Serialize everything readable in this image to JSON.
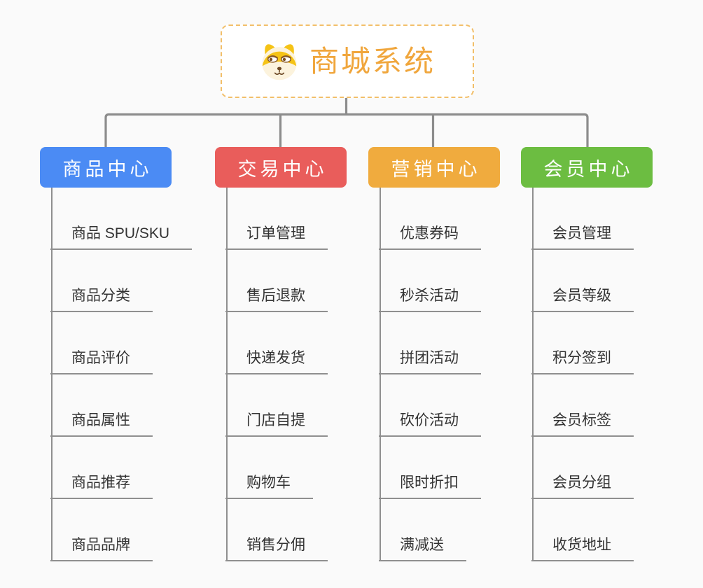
{
  "canvas": {
    "background_color": "#fafafa",
    "connector_color": "#8c8c8c"
  },
  "root": {
    "title": "商城系统",
    "icon": "dog-face-icon",
    "text_color": "#f0a63c",
    "border_color": "#f2bf6a"
  },
  "branches": [
    {
      "label": "商品中心",
      "color": "#4b8bf4",
      "children": [
        "商品 SPU/SKU",
        "商品分类",
        "商品评价",
        "商品属性",
        "商品推荐",
        "商品品牌"
      ]
    },
    {
      "label": "交易中心",
      "color": "#e95d5b",
      "children": [
        "订单管理",
        "售后退款",
        "快递发货",
        "门店自提",
        "购物车",
        "销售分佣"
      ]
    },
    {
      "label": "营销中心",
      "color": "#f0ab3e",
      "children": [
        "优惠券码",
        "秒杀活动",
        "拼团活动",
        "砍价活动",
        "限时折扣",
        "满减送"
      ]
    },
    {
      "label": "会员中心",
      "color": "#6cbd41",
      "children": [
        "会员管理",
        "会员等级",
        "积分签到",
        "会员标签",
        "会员分组",
        "收货地址"
      ]
    }
  ]
}
